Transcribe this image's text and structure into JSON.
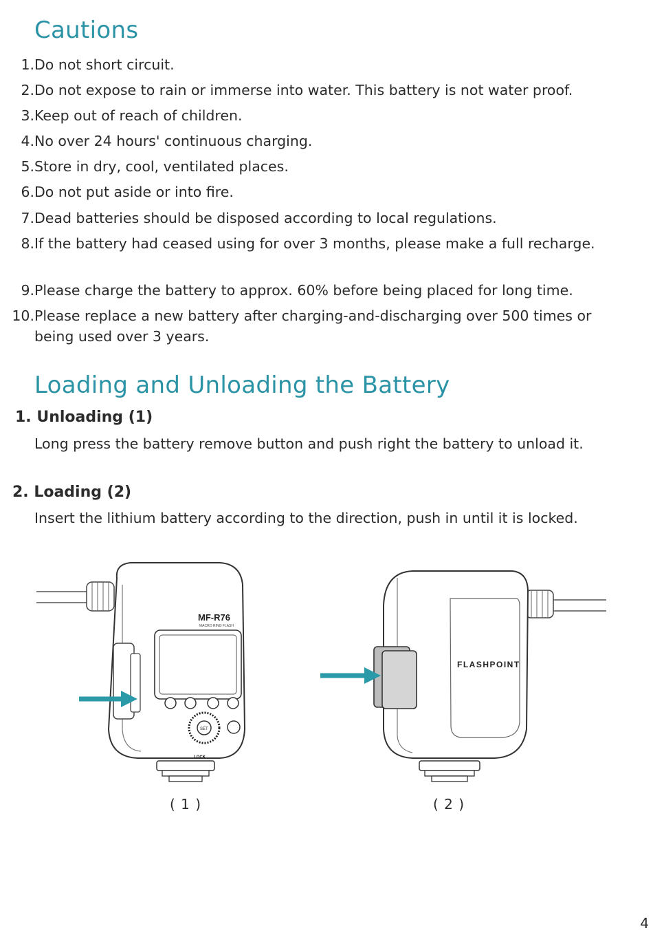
{
  "cautions": {
    "title": "Cautions",
    "items": [
      {
        "num": "1.",
        "text": "Do not short circuit."
      },
      {
        "num": "2.",
        "text": "Do not expose to rain or immerse into water. This battery is not water proof."
      },
      {
        "num": "3.",
        "text": "Keep out of reach of children."
      },
      {
        "num": "4.",
        "text": "No over 24 hours' continuous charging."
      },
      {
        "num": "5.",
        "text": "Store in dry, cool, ventilated places."
      },
      {
        "num": "6.",
        "text": "Do not put aside or into fire."
      },
      {
        "num": "7.",
        "text": "Dead batteries should be disposed according to local regulations."
      },
      {
        "num": "8.",
        "text": "If the battery had ceased using for over 3 months, please make a full recharge."
      },
      {
        "num": "9.",
        "text": "Please charge the battery to approx. 60% before being placed for long time."
      },
      {
        "num": "10.",
        "text": "Please replace a new battery after charging-and-discharging over 500 times or being used over 3 years."
      }
    ]
  },
  "battery": {
    "title": "Loading and Unloading the Battery",
    "steps": [
      {
        "heading": "1. Unloading (1)",
        "text": "Long press the battery remove button and push right the battery to unload it."
      },
      {
        "heading": "2. Loading (2)",
        "text": "Insert the lithium battery according to the direction, push in until it is locked."
      }
    ]
  },
  "figures": {
    "fig1": {
      "caption": "( 1 )",
      "model_label": "MF-R76",
      "model_sub": "MACRO RING FLASH",
      "set_label": "SET",
      "lock_label": "LOCK"
    },
    "fig2": {
      "caption": "( 2 )",
      "brand_label": "FLASHPOINT"
    }
  },
  "colors": {
    "accent": "#2b93a6",
    "arrow": "#2a9aa8"
  },
  "page_number": "4"
}
